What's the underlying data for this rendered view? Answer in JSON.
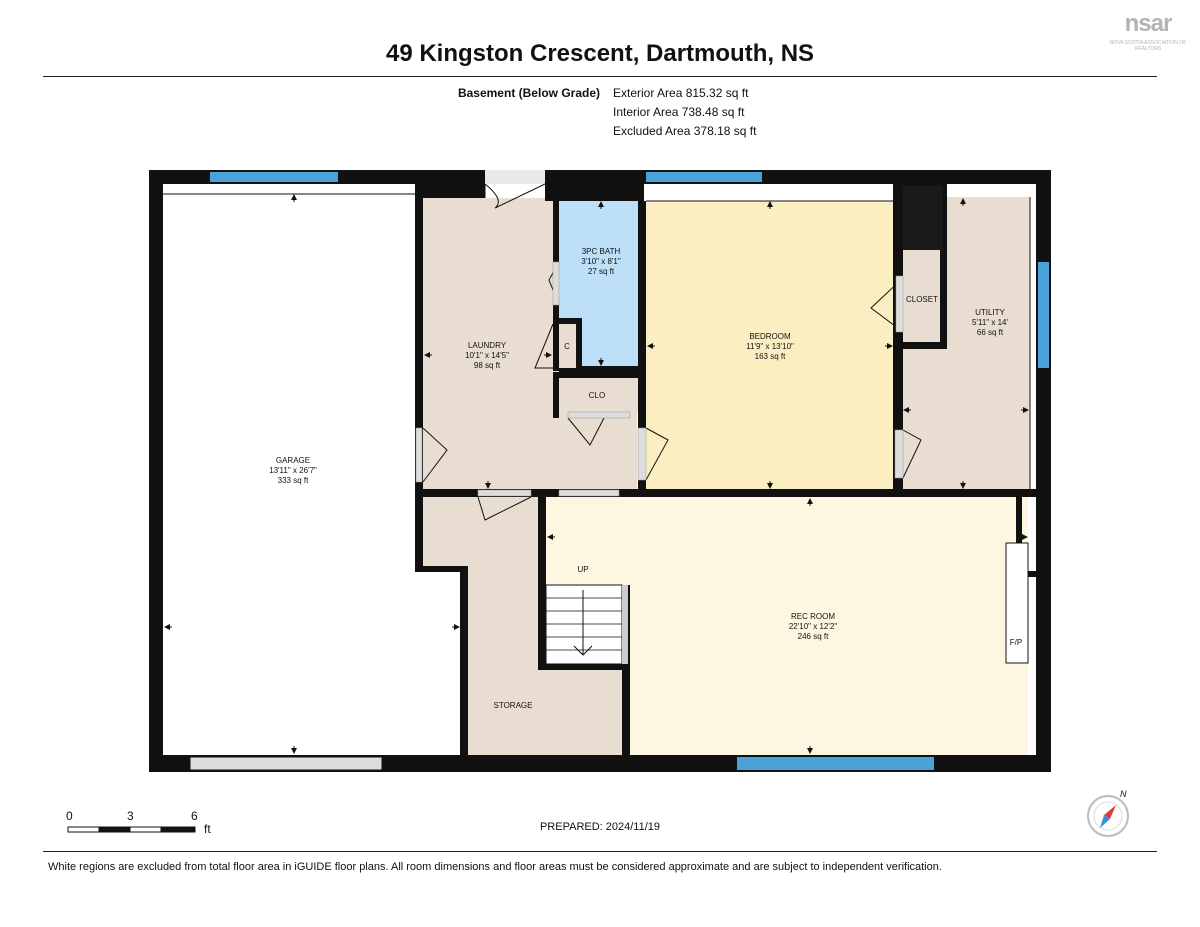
{
  "header": {
    "title": "49 Kingston Crescent, Dartmouth, NS",
    "level_label": "Basement (Below Grade)",
    "exterior_area": "Exterior Area 815.32 sq ft",
    "interior_area": "Interior Area 738.48 sq ft",
    "excluded_area": "Excluded Area 378.18 sq ft"
  },
  "logo": {
    "text": "nsar",
    "subtext": "NOVA SCOTIA ASSOCIATION OF REALTORS"
  },
  "rooms": {
    "garage": {
      "name": "GARAGE",
      "dims": "13'11\" x 26'7\"",
      "area": "333 sq ft"
    },
    "laundry": {
      "name": "LAUNDRY",
      "dims": "10'1\" x 14'5\"",
      "area": "98 sq ft"
    },
    "bath": {
      "name": "3PC BATH",
      "dims": "3'10\" x 8'1\"",
      "area": "27 sq ft"
    },
    "bedroom": {
      "name": "BEDROOM",
      "dims": "11'9\" x 13'10\"",
      "area": "163 sq ft"
    },
    "utility": {
      "name": "UTILITY",
      "dims": "5'11\" x 14'",
      "area": "66 sq ft"
    },
    "rec_room": {
      "name": "REC ROOM",
      "dims": "22'10\" x 12'2\"",
      "area": "246 sq ft"
    },
    "closet": "CLOSET",
    "clo": "CLO",
    "c": "C",
    "storage": "STORAGE",
    "up": "UP",
    "fp": "F/P"
  },
  "scale": {
    "ticks": [
      "0",
      "3",
      "6"
    ],
    "unit": "ft"
  },
  "compass": {
    "label": "N"
  },
  "prepared": "PREPARED: 2024/11/19",
  "footer_note": "White regions are excluded from total floor area in iGUIDE floor plans. All room dimensions and floor areas must be considered approximate and are subject to independent verification.",
  "colors": {
    "garage": "#ffffff",
    "laundry": "#e8ddd0",
    "bath": "#bde0f8",
    "bedroom": "#fbefc2",
    "utility": "#e8ddd0",
    "rec_room": "#fdf6e1",
    "storage": "#e8ddd0",
    "window": "#4aa3d8",
    "wall": "#111111"
  }
}
